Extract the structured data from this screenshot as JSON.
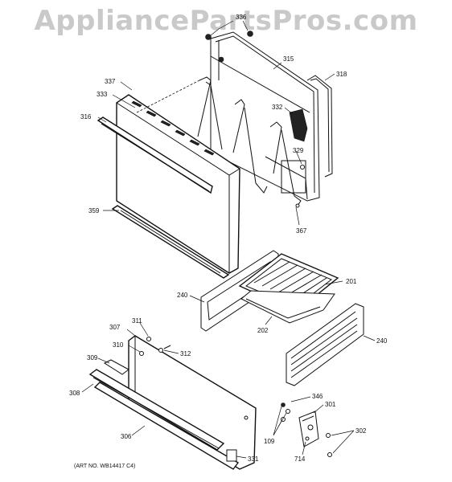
{
  "watermark": "AppliancePartsPros.com",
  "art_number": "(ART NO. WB14417 C4)",
  "callouts": {
    "c336": "336",
    "c315": "315",
    "c318": "318",
    "c337": "337",
    "c333": "333",
    "c316": "316",
    "c332": "332",
    "c329": "329",
    "c359": "359",
    "c367": "367",
    "c201": "201",
    "c240a": "240",
    "c202": "202",
    "c240b": "240",
    "c311": "311",
    "c307": "307",
    "c310": "310",
    "c312": "312",
    "c309": "309",
    "c308": "308",
    "c306": "306",
    "c331": "331",
    "c346": "346",
    "c301": "301",
    "c109": "109",
    "c302": "302",
    "c714": "714"
  }
}
